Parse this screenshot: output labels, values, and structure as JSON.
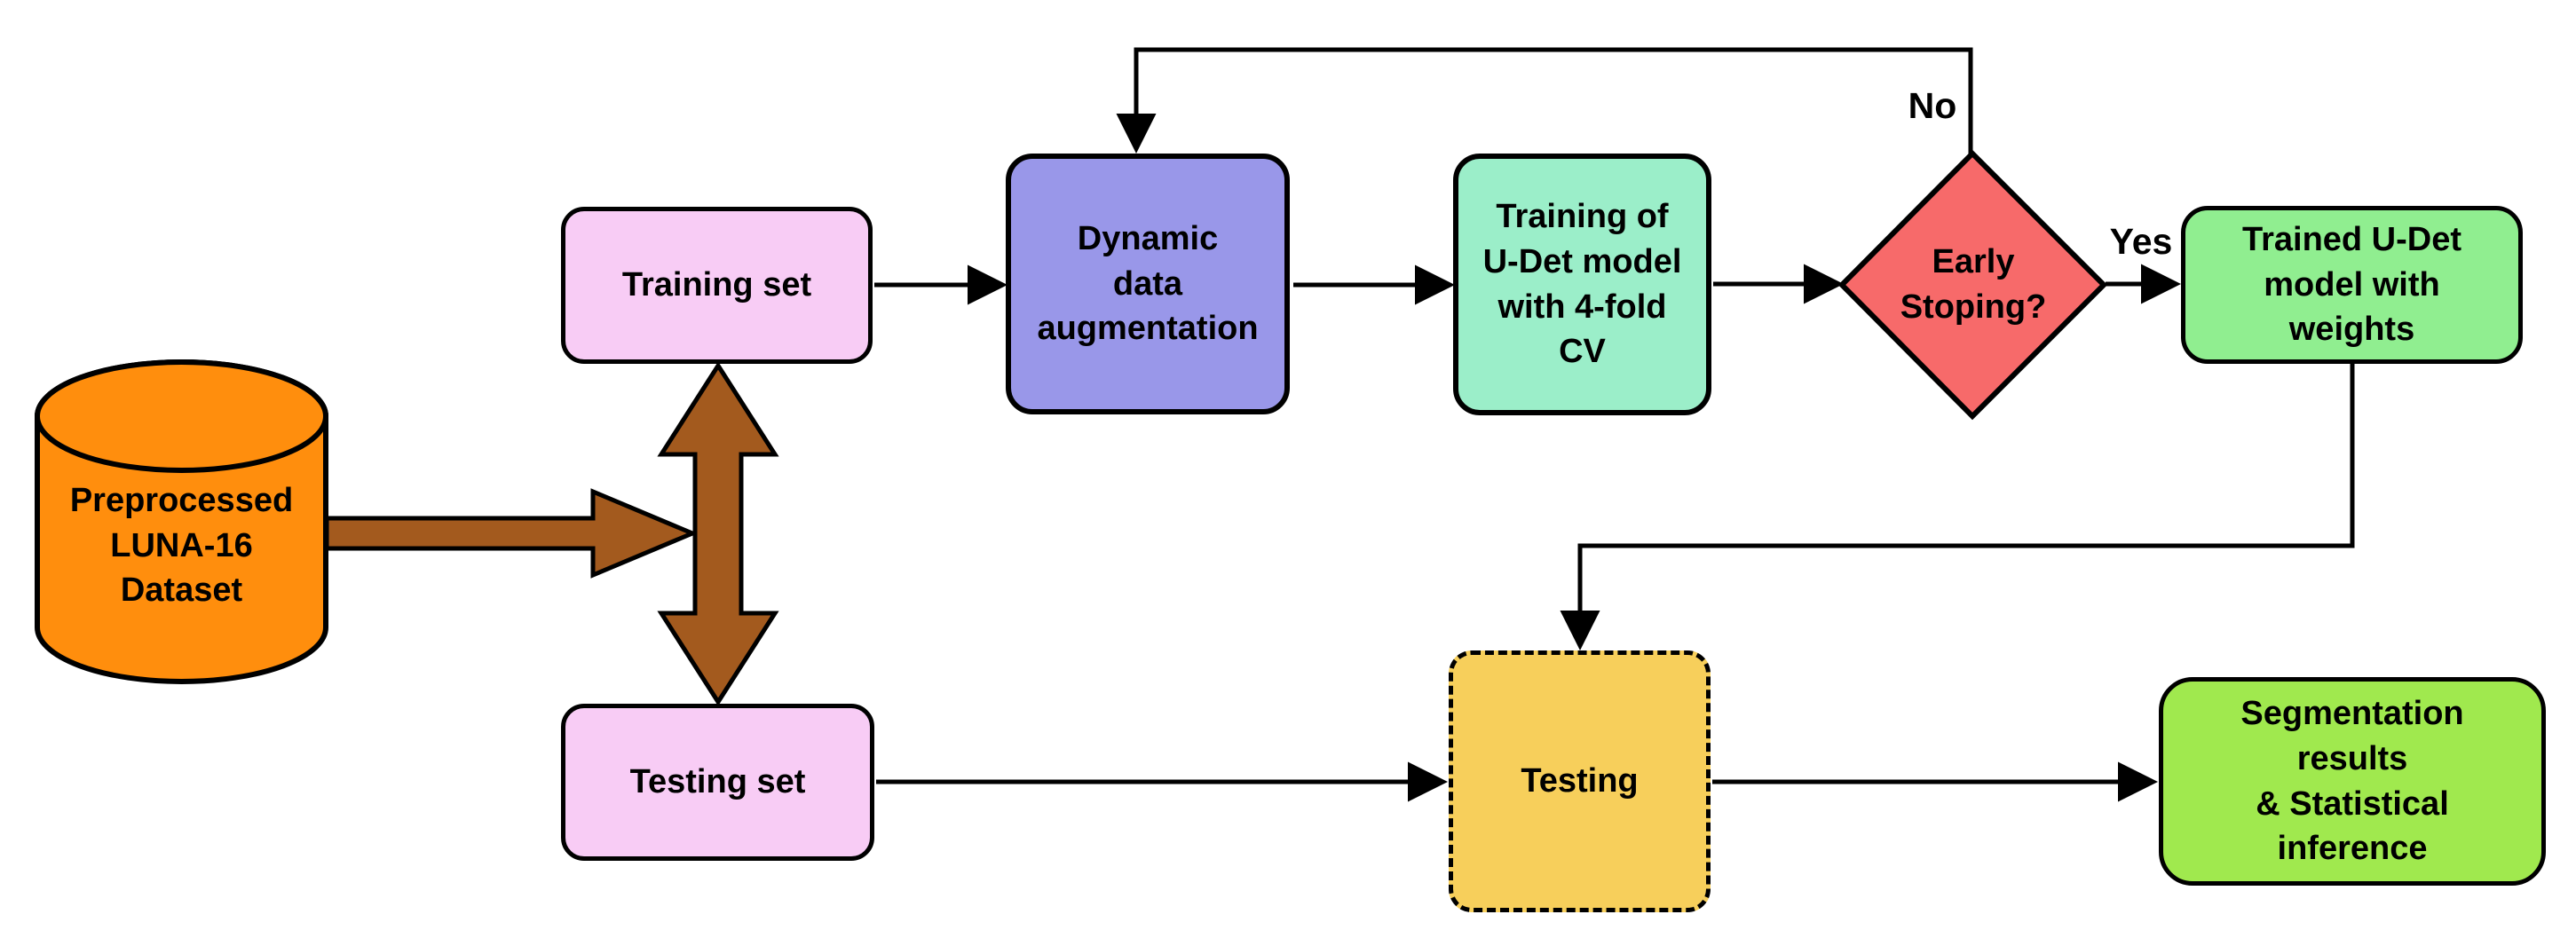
{
  "diagram": {
    "type": "flowchart",
    "background": "#FFFFFF",
    "nodes": {
      "dataset": {
        "label": "Preprocessed\nLUNA-16\nDataset",
        "shape": "cylinder",
        "fill": "#FF8E0D"
      },
      "training_set": {
        "label": "Training set",
        "shape": "rounded-rect",
        "fill": "#F8CCF5"
      },
      "testing_set": {
        "label": "Testing set",
        "shape": "rounded-rect",
        "fill": "#F8CCF5"
      },
      "dynamic_augmentation": {
        "label": "Dynamic\ndata\naugmentation",
        "shape": "rounded-rect",
        "fill": "#9997E9"
      },
      "training_udet": {
        "label": "Training of\nU-Det model\nwith 4-fold\nCV",
        "shape": "rounded-rect",
        "fill": "#9BEEC9"
      },
      "early_stopping": {
        "label": "Early\nStoping?",
        "shape": "diamond",
        "fill": "#F76A6A"
      },
      "trained_udet": {
        "label": "Trained U-Det\nmodel with\nweights",
        "shape": "rounded-rect",
        "fill": "#90EE90"
      },
      "testing": {
        "label": "Testing",
        "shape": "rounded-rect-dashed",
        "fill": "#F7CF5B"
      },
      "segmentation": {
        "label": "Segmentation\nresults\n& Statistical\ninference",
        "shape": "rounded-rect",
        "fill": "#A0E94E"
      }
    },
    "edge_labels": {
      "no": "No",
      "yes": "Yes"
    },
    "colors": {
      "stroke": "#000000",
      "transfer_arrow": "#A35A1E"
    },
    "edges": [
      {
        "from": "dataset",
        "to": "training_set & testing_set",
        "style": "thick-brown-double-arrow"
      },
      {
        "from": "training_set",
        "to": "dynamic_augmentation"
      },
      {
        "from": "dynamic_augmentation",
        "to": "training_udet"
      },
      {
        "from": "training_udet",
        "to": "early_stopping"
      },
      {
        "from": "early_stopping",
        "to": "dynamic_augmentation",
        "label": "No"
      },
      {
        "from": "early_stopping",
        "to": "trained_udet",
        "label": "Yes"
      },
      {
        "from": "trained_udet",
        "to": "testing"
      },
      {
        "from": "testing_set",
        "to": "testing"
      },
      {
        "from": "testing",
        "to": "segmentation"
      }
    ]
  }
}
